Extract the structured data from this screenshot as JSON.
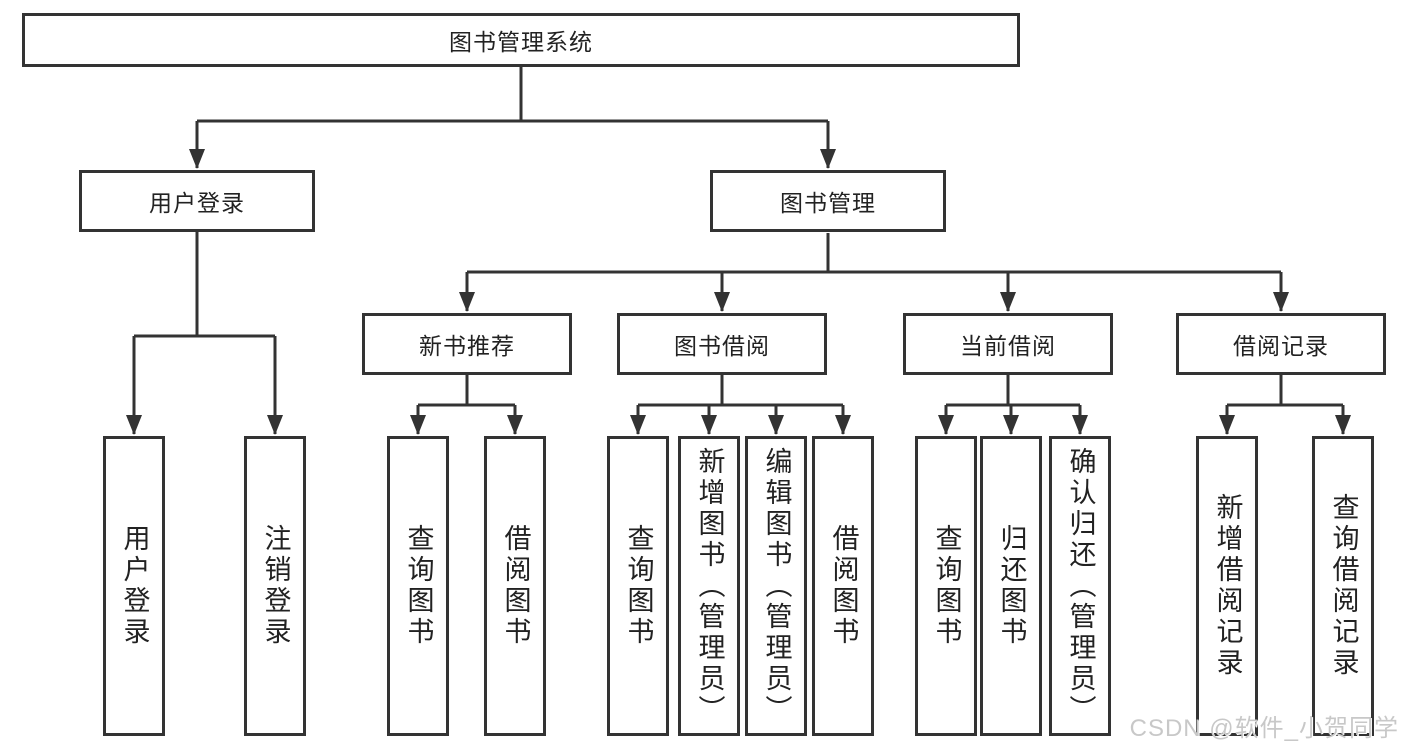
{
  "root": {
    "label": "图书管理系统"
  },
  "branches": {
    "user_login": {
      "label": "用户登录",
      "children": [
        {
          "label": "用户登录"
        },
        {
          "label": "注销登录"
        }
      ]
    },
    "book_mgmt": {
      "label": "图书管理",
      "sections": {
        "new_book_rec": {
          "label": "新书推荐",
          "children": [
            {
              "label": "查询图书"
            },
            {
              "label": "借阅图书"
            }
          ]
        },
        "book_borrow": {
          "label": "图书借阅",
          "children": [
            {
              "label": "查询图书"
            },
            {
              "label": "新增图书（管理员）"
            },
            {
              "label": "编辑图书（管理员）"
            },
            {
              "label": "借阅图书"
            }
          ]
        },
        "current_borrow": {
          "label": "当前借阅",
          "children": [
            {
              "label": "查询图书"
            },
            {
              "label": "归还图书"
            },
            {
              "label": "确认归还（管理员）"
            }
          ]
        },
        "borrow_record": {
          "label": "借阅记录",
          "children": [
            {
              "label": "新增借阅记录"
            },
            {
              "label": "查询借阅记录"
            }
          ]
        }
      }
    }
  },
  "watermark": {
    "text": "CSDN @软件_小贺同学"
  },
  "colors": {
    "line": "#333333",
    "text": "#222222",
    "watermark": "#c8c8c8",
    "background": "#ffffff"
  }
}
